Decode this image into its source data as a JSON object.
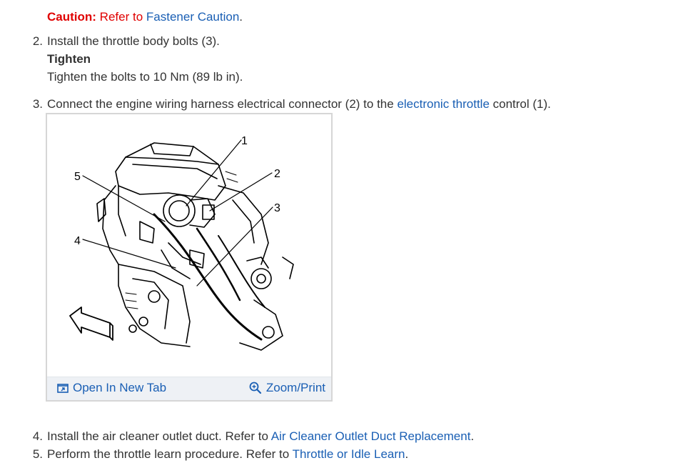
{
  "caution": {
    "label": "Caution:",
    "text": "Refer to",
    "link": "Fastener Caution",
    "end": "."
  },
  "steps": [
    {
      "num": "2.",
      "text": "Install the throttle body bolts (3).",
      "sub_heading": "Tighten",
      "sub_text": "Tighten the bolts to 10 Nm (89 lb in)."
    },
    {
      "num": "3.",
      "text_before": "Connect the engine wiring harness electrical connector (2) to the",
      "link": "electronic throttle",
      "text_after": "control (1)."
    },
    {
      "num": "4.",
      "text_before": "Install the air cleaner outlet duct. Refer to",
      "link": "Air Cleaner Outlet Duct Replacement",
      "text_after": "."
    },
    {
      "num": "5.",
      "text_before": "Perform the throttle learn procedure. Refer to",
      "link": "Throttle or Idle Learn",
      "text_after": "."
    }
  ],
  "figure": {
    "callouts": [
      "1",
      "2",
      "3",
      "4",
      "5"
    ],
    "open_tab_label": "Open In New Tab",
    "zoom_label": "Zoom/Print",
    "open_tab_icon": "open-new-tab-icon",
    "zoom_icon": "magnifier-icon"
  },
  "colors": {
    "caution": "#e00000",
    "link": "#1a5fb4",
    "text": "#333333",
    "toolbar_bg": "#eef1f5"
  }
}
